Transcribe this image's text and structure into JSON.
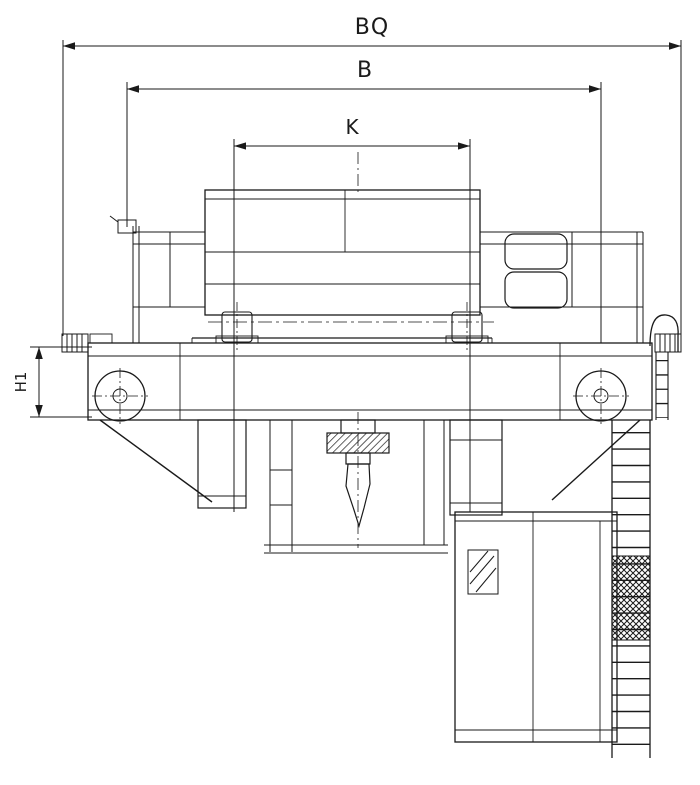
{
  "drawing": {
    "labels": {
      "bq": "BQ",
      "b": "B",
      "k": "K",
      "h1": "H1"
    },
    "colors": {
      "ink": "#1a1a1a",
      "paper": "#ffffff"
    }
  }
}
